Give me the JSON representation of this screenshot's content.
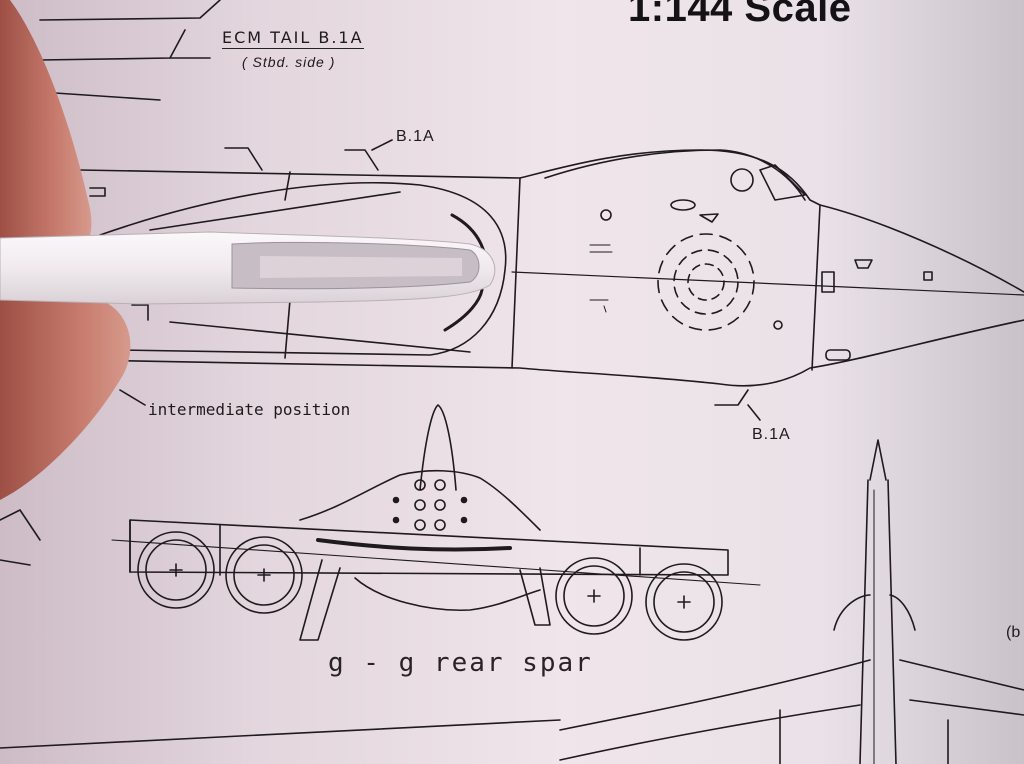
{
  "labels": {
    "scale_title": "1:144 Scale",
    "ecm_title": "ECM TAIL  B.1A",
    "stbd_side": "( Stbd. side )",
    "b1a_top": "B.1A",
    "b1a_bottom": "B.1A",
    "intermediate": "intermediate position",
    "rear_spar": "g - g  rear spar",
    "edge_fragment": "(b"
  },
  "colors": {
    "paper": "#efe5ea",
    "ink": "#1e1a1e",
    "finger": "#c47468",
    "plastic_part": "#f3eff2"
  }
}
